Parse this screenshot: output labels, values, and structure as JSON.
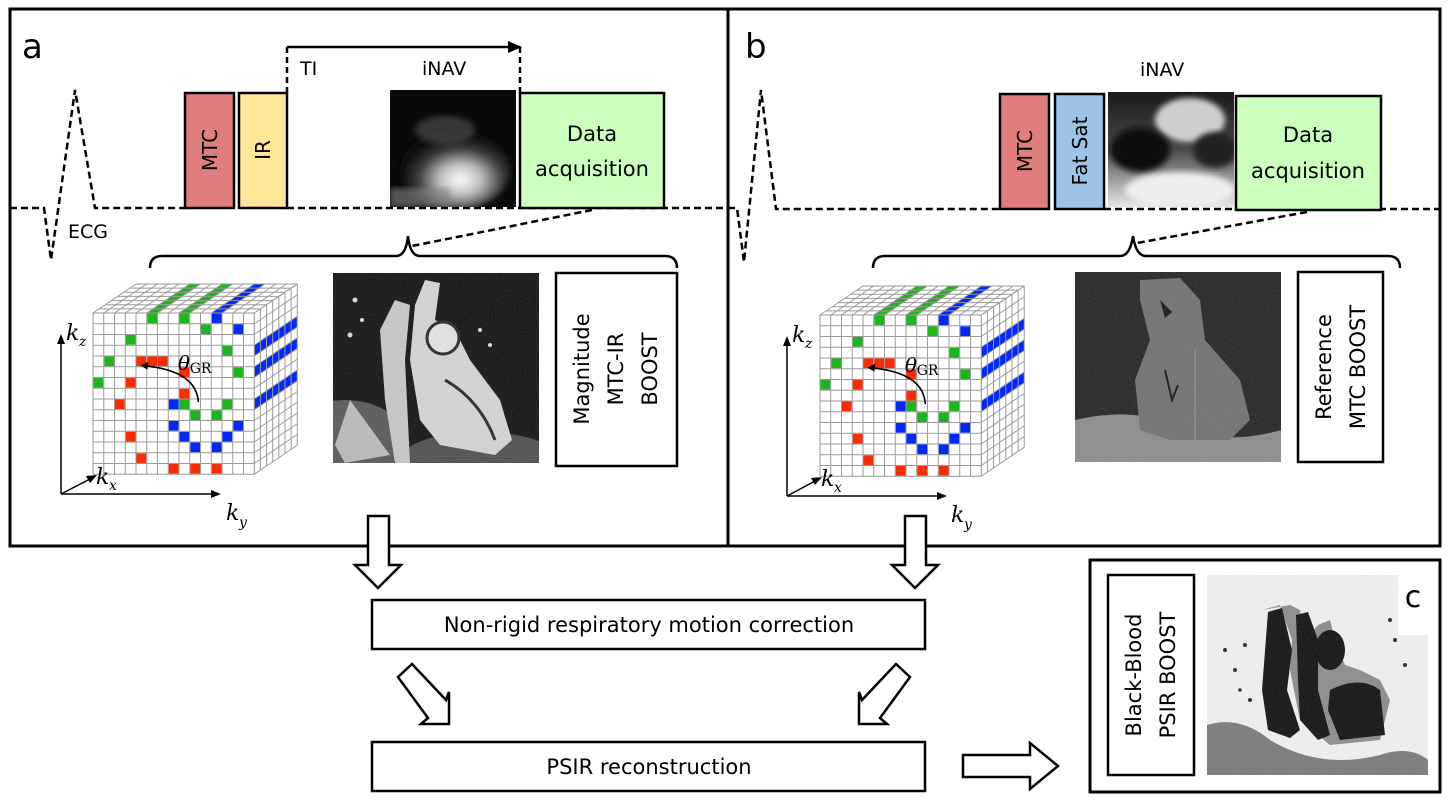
{
  "figure": {
    "panels": {
      "a": {
        "letter": "a",
        "ecg_label": "ECG",
        "sequence": [
          {
            "name": "mtc",
            "label": "MTC",
            "color": "#E07E7E"
          },
          {
            "name": "ir",
            "label": "IR",
            "color": "#FFE699"
          }
        ],
        "ti_label": "TI",
        "inav_label": "iNAV",
        "data_acq_label_line1": "Data",
        "data_acq_label_line2": "acquisition",
        "data_acq_color": "#CCFFBB",
        "image_caption_lines": [
          "Magnitude",
          "MTC-IR",
          "BOOST"
        ],
        "image_description": "bright-blood coronal cardiac MR image"
      },
      "b": {
        "letter": "b",
        "sequence": [
          {
            "name": "mtc",
            "label": "MTC",
            "color": "#E07E7E"
          },
          {
            "name": "fat-sat",
            "label": "Fat Sat",
            "color": "#9DC3E6"
          }
        ],
        "inav_label": "iNAV",
        "data_acq_label_line1": "Data",
        "data_acq_label_line2": "acquisition",
        "data_acq_color": "#CCFFBB",
        "image_caption_lines": [
          "Reference",
          "MTC BOOST"
        ],
        "image_description": "grey-blood coronal cardiac MR image"
      },
      "c": {
        "letter": "c",
        "image_caption_lines": [
          "Black-Blood",
          "PSIR BOOST"
        ],
        "image_description": "black-blood coronal cardiac MR image"
      }
    },
    "kspace": {
      "axis_kz": "k",
      "axis_kz_sub": "z",
      "axis_kx": "k",
      "axis_kx_sub": "x",
      "axis_ky": "k",
      "axis_ky_sub": "y",
      "angle_label": "θ",
      "angle_sub": "GR",
      "grid_size": 15,
      "colors": {
        "red": "#FF2A00",
        "green": "#1EB41E",
        "blue": "#0028FF"
      },
      "cells": [
        {
          "row": 0,
          "col": 5,
          "c": "green"
        },
        {
          "row": 0,
          "col": 8,
          "c": "green"
        },
        {
          "row": 0,
          "col": 11,
          "c": "blue"
        },
        {
          "row": 1,
          "col": 10,
          "c": "green"
        },
        {
          "row": 1,
          "col": 13,
          "c": "blue"
        },
        {
          "row": 2,
          "col": 3,
          "c": "green"
        },
        {
          "row": 3,
          "col": 12,
          "c": "green"
        },
        {
          "row": 4,
          "col": 1,
          "c": "green"
        },
        {
          "row": 4,
          "col": 4,
          "c": "red"
        },
        {
          "row": 4,
          "col": 5,
          "c": "red"
        },
        {
          "row": 4,
          "col": 6,
          "c": "red"
        },
        {
          "row": 5,
          "col": 8,
          "c": "red"
        },
        {
          "row": 5,
          "col": 13,
          "c": "green"
        },
        {
          "row": 6,
          "col": 0,
          "c": "green"
        },
        {
          "row": 6,
          "col": 3,
          "c": "red"
        },
        {
          "row": 7,
          "col": 8,
          "c": "red"
        },
        {
          "row": 8,
          "col": 2,
          "c": "red"
        },
        {
          "row": 8,
          "col": 7,
          "c": "blue"
        },
        {
          "row": 8,
          "col": 8,
          "c": "green"
        },
        {
          "row": 8,
          "col": 12,
          "c": "green"
        },
        {
          "row": 9,
          "col": 9,
          "c": "green"
        },
        {
          "row": 9,
          "col": 11,
          "c": "green"
        },
        {
          "row": 10,
          "col": 7,
          "c": "blue"
        },
        {
          "row": 10,
          "col": 13,
          "c": "blue"
        },
        {
          "row": 11,
          "col": 3,
          "c": "red"
        },
        {
          "row": 11,
          "col": 8,
          "c": "blue"
        },
        {
          "row": 11,
          "col": 12,
          "c": "blue"
        },
        {
          "row": 12,
          "col": 9,
          "c": "blue"
        },
        {
          "row": 12,
          "col": 11,
          "c": "blue"
        },
        {
          "row": 13,
          "col": 4,
          "c": "red"
        },
        {
          "row": 14,
          "col": 7,
          "c": "red"
        },
        {
          "row": 14,
          "col": 9,
          "c": "red"
        },
        {
          "row": 14,
          "col": 11,
          "c": "red"
        }
      ],
      "top_stripes": [
        {
          "col": 5,
          "c": "green"
        },
        {
          "col": 8,
          "c": "green"
        },
        {
          "col": 11,
          "c": "blue"
        }
      ],
      "side_stripes": [
        {
          "row": 3,
          "c": "blue"
        },
        {
          "row": 5,
          "c": "blue"
        },
        {
          "row": 8,
          "c": "blue"
        }
      ]
    },
    "pipeline": {
      "step1": "Non-rigid respiratory motion correction",
      "step2": "PSIR reconstruction"
    }
  }
}
